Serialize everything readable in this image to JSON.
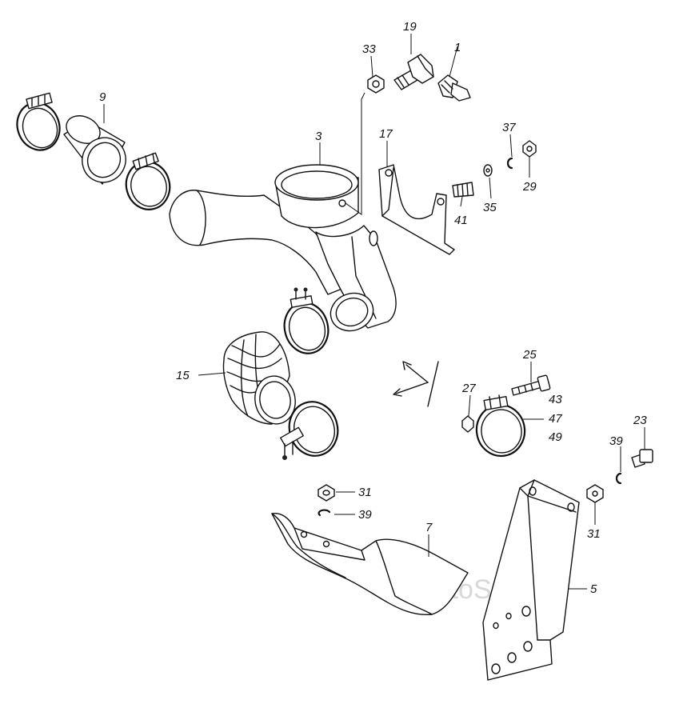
{
  "labels": {
    "l1": "1",
    "l3": "3",
    "l5": "5",
    "l7": "7",
    "l9": "9",
    "l15": "15",
    "l17": "17",
    "l19": "19",
    "l23": "23",
    "l25": "25",
    "l27": "27",
    "l29": "29",
    "l31a": "31",
    "l31b": "31",
    "l33": "33",
    "l35": "35",
    "l37": "37",
    "l39a": "39",
    "l39b": "39",
    "l41": "41",
    "l43": "43",
    "l47": "47",
    "l49": "49"
  },
  "watermark": "AutoSoft"
}
